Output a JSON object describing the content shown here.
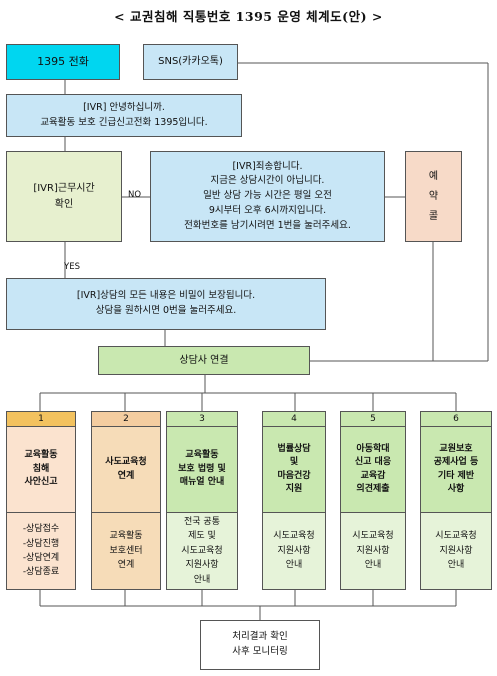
{
  "title": "< 교권침해 직통번호 1395 운영 체계도(안) >",
  "call_box": "1395 전화",
  "sns_box": "SNS(카카오톡)",
  "greeting": "[IVR] 안녕하십니까.\n교육활동 보호 긴급신고전화 1395입니다.",
  "hours_check": "[IVR]근무시간\n확인",
  "no_label": "NO",
  "yes_label": "YES",
  "off_hours": "[IVR]죄송합니다.\n지금은 상담시간이 아닙니다.\n일반 상담 가능 시간은 평일 오전\n9시부터 오후 6시까지입니다.\n전화번호를 남기시려면 1번을 눌러주세요.",
  "reservation": "예\n약\n콜",
  "privacy": "[IVR]상담의 모든 내용은 비밀이 보장됩니다.\n상담을 원하시면 0번을 눌러주세요.",
  "connect": "상담사 연결",
  "columns": [
    {
      "num": "1",
      "top": "교육활동\n침해\n사안신고",
      "bottom": "-상담접수\n-상담진행\n-상담연계\n-상담종료",
      "colors": {
        "head": "#f3c25f",
        "top": "#fbe3cf",
        "bottom": "#fbe3cf"
      }
    },
    {
      "num": "2",
      "top": "사도교육청\n연계",
      "bottom": "교육활동\n보호센터\n연계",
      "colors": {
        "head": "#f4cda0",
        "top": "#f6dcb8",
        "bottom": "#f6dcb8"
      }
    },
    {
      "num": "3",
      "top": "교육활동\n보호 법령 및\n매뉴얼 안내",
      "bottom": "전국 공통\n제도 및\n시도교육청\n지원사항\n안내",
      "colors": {
        "head": "#c9e8b0",
        "top": "#c9e8b0",
        "bottom": "#e6f3d9"
      }
    },
    {
      "num": "4",
      "top": "법률상담\n및\n마음건강\n지원",
      "bottom": "시도교육청\n지원사항\n안내",
      "colors": {
        "head": "#c9e8b0",
        "top": "#c9e8b0",
        "bottom": "#e6f3d9"
      }
    },
    {
      "num": "5",
      "top": "아동학대\n신고 대응\n교육감\n의견제출",
      "bottom": "시도교육청\n지원사항\n안내",
      "colors": {
        "head": "#c9e8b0",
        "top": "#c9e8b0",
        "bottom": "#e6f3d9"
      }
    },
    {
      "num": "6",
      "top": "교원보호\n공제사업 등\n기타 제반\n사항",
      "bottom": "시도교육청\n지원사항\n안내",
      "colors": {
        "head": "#c9e8b0",
        "top": "#c9e8b0",
        "bottom": "#e6f3d9"
      }
    }
  ],
  "result": "처리결과 확인\n사후 모니터링"
}
